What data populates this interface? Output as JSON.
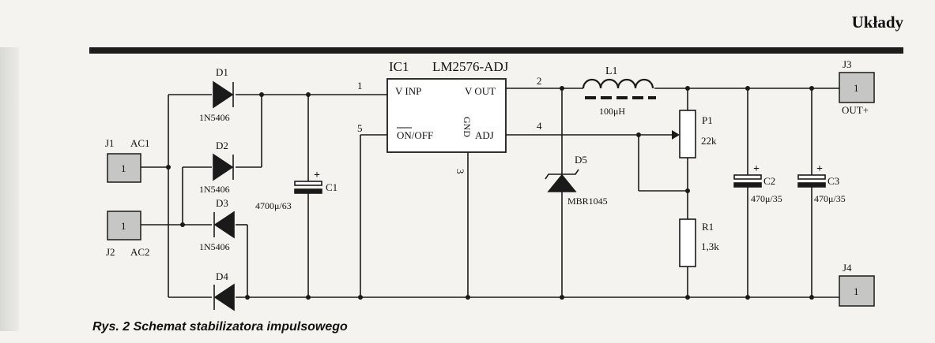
{
  "header": {
    "title": "Układy"
  },
  "caption": "Rys. 2 Schemat stabilizatora impulsowego",
  "schematic": {
    "ic": {
      "designator": "IC1",
      "part": "LM2576-ADJ",
      "pin_vinp": "V INP",
      "pin_vout": "V OUT",
      "pin_onoff": "ON/OFF",
      "pin_gnd": "GND",
      "pin_adj": "ADJ",
      "pin1": "1",
      "pin2": "2",
      "pin3": "3",
      "pin4": "4",
      "pin5": "5"
    },
    "connectors": {
      "j1": "J1",
      "j1_pin": "1",
      "j2": "J2",
      "j2_pin": "1",
      "j3": "J3",
      "j3_pin": "1",
      "j4": "J4",
      "j4_pin": "1"
    },
    "labels": {
      "ac1": "AC1",
      "ac2": "AC2",
      "out_plus": "OUT+"
    },
    "diodes": {
      "d1": "D1",
      "d1_part": "1N5406",
      "d2": "D2",
      "d2_part": "1N5406",
      "d3": "D3",
      "d3_part": "1N5406",
      "d4": "D4",
      "d5": "D5",
      "d5_part": "MBR1045"
    },
    "inductor": {
      "name": "L1",
      "value": "100μH"
    },
    "pot": {
      "name": "P1",
      "value": "22k"
    },
    "resistor": {
      "name": "R1",
      "value": "1,3k"
    },
    "caps": {
      "c1": "C1",
      "c1_value": "4700μ/63",
      "c2": "C2",
      "c2_value": "470μ/35",
      "c3": "C3",
      "c3_value": "470μ/35",
      "plus": "+"
    }
  }
}
